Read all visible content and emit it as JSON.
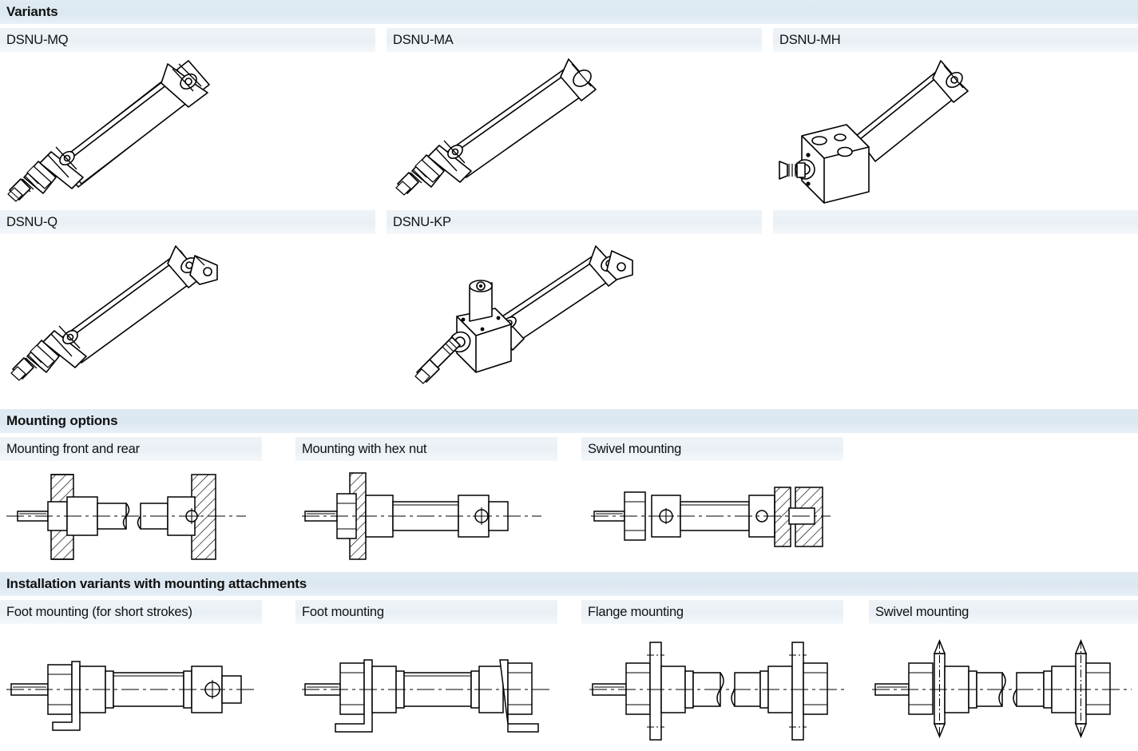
{
  "sections": [
    {
      "id": "variants",
      "title": "Variants",
      "rows": [
        {
          "labels": [
            "DSNU-MQ",
            "DSNU-MA",
            "DSNU-MH"
          ]
        },
        {
          "labels": [
            "DSNU-Q",
            "DSNU-KP",
            ""
          ]
        }
      ]
    },
    {
      "id": "mounting-options",
      "title": "Mounting options",
      "rows": [
        {
          "labels": [
            "Mounting front and rear",
            "Mounting with hex nut",
            "Swivel mounting"
          ]
        }
      ]
    },
    {
      "id": "installation-variants",
      "title": "Installation variants with mounting attachments",
      "rows": [
        {
          "labels": [
            "Foot mounting (for short strokes)",
            "Foot mounting",
            "Flange mounting",
            "Swivel mounting"
          ]
        }
      ]
    }
  ],
  "figures": {
    "dsnu_mq": "isometric-pneumatic-cylinder-mq",
    "dsnu_ma": "isometric-pneumatic-cylinder-ma",
    "dsnu_mh": "isometric-pneumatic-cylinder-mh-block",
    "dsnu_q": "isometric-pneumatic-cylinder-q",
    "dsnu_kp": "isometric-pneumatic-cylinder-kp-clamp",
    "mount_front_rear": "section-view-mounting-front-and-rear",
    "mount_hex_nut": "section-view-mounting-with-hex-nut",
    "mount_swivel": "section-view-swivel-mounting",
    "inst_foot_short": "section-view-foot-mounting-short-strokes",
    "inst_foot": "section-view-foot-mounting",
    "inst_flange": "section-view-flange-mounting",
    "inst_swivel": "section-view-swivel-mounting"
  },
  "colors": {
    "band_header": "#dfeaf2",
    "band_sub": "#eef3f7",
    "line": "#000000",
    "text": "#111111"
  }
}
